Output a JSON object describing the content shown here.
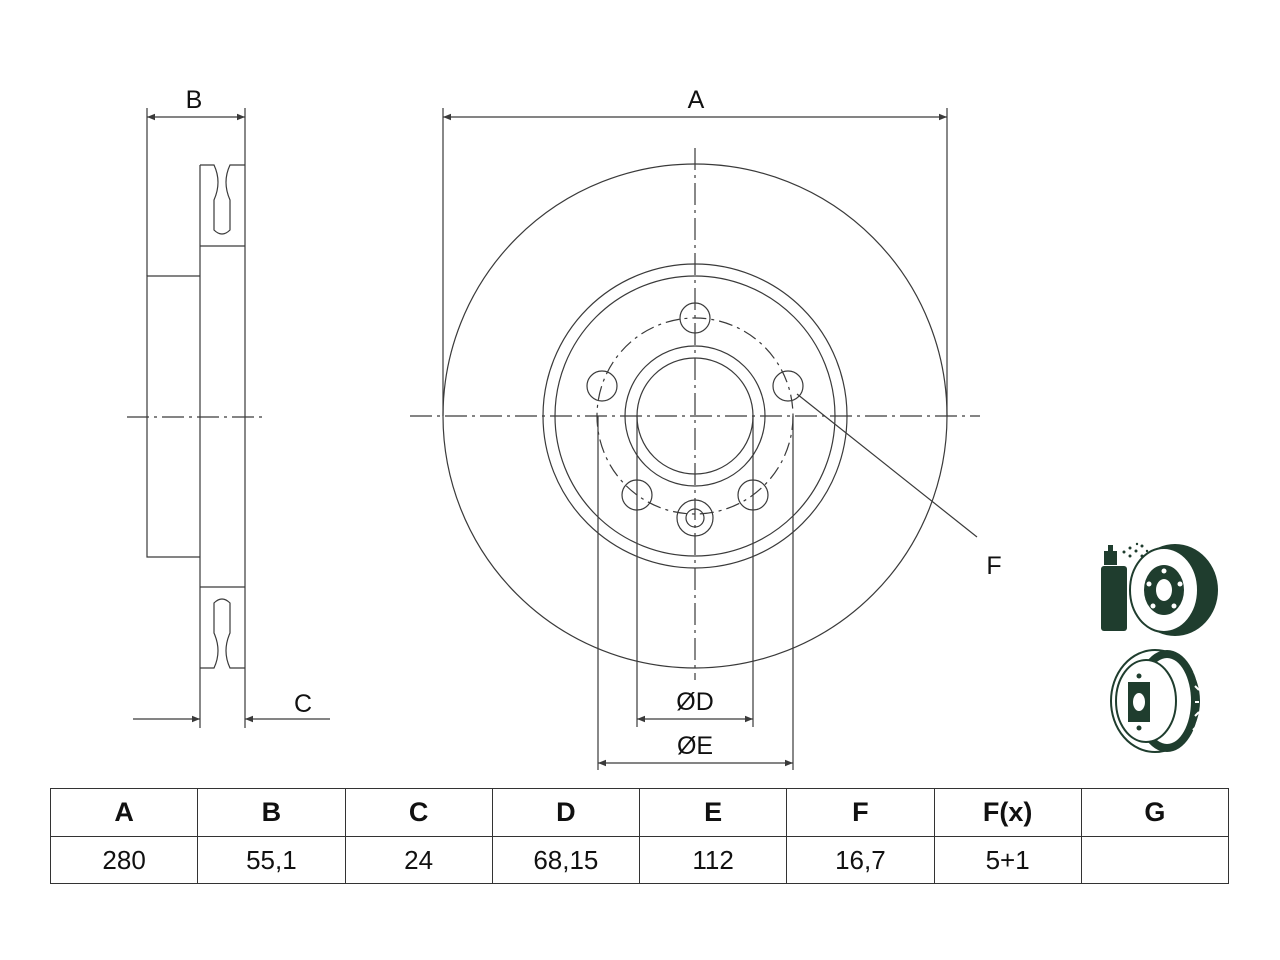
{
  "drawing": {
    "labels": {
      "A": "A",
      "B": "B",
      "C": "C",
      "D": "ØD",
      "E": "ØE",
      "F": "F"
    },
    "icons": [
      "anti-corrosion-coating-icon",
      "vented-disc-icon"
    ],
    "line_color": "#3a3a3a",
    "icon_color": "#1f3d2e"
  },
  "spec_table": {
    "headers": [
      "A",
      "B",
      "C",
      "D",
      "E",
      "F",
      "F(x)",
      "G"
    ],
    "values": [
      "280",
      "55,1",
      "24",
      "68,15",
      "112",
      "16,7",
      "5+1",
      ""
    ]
  }
}
